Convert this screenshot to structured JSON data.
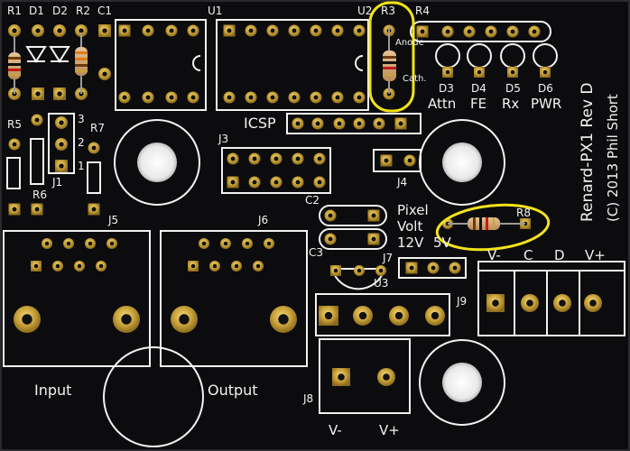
{
  "board": {
    "title": "Renard-PX1 Rev D",
    "copyright": "(C) 2013 Phil Short"
  },
  "labels": {
    "r1": "R1",
    "d1": "D1",
    "d2": "D2",
    "r2": "R2",
    "c1": "C1",
    "u1": "U1",
    "u2": "U2",
    "r3": "R3",
    "r4": "R4",
    "anode": "Anode",
    "cath": "Cath.",
    "d3": "D3",
    "d4": "D4",
    "d5": "D5",
    "d6": "D6",
    "attn": "Attn",
    "fe": "FE",
    "rx": "Rx",
    "pwr": "PWR",
    "r5": "R5",
    "r6": "R6",
    "r7": "R7",
    "j1": "J1",
    "pin3": "3",
    "pin2": "2",
    "pin1": "1",
    "icsp": "ICSP",
    "j3": "J3",
    "j4": "J4",
    "c2": "C2",
    "c3": "C3",
    "u3": "U3",
    "pixel": "Pixel",
    "volt": "Volt",
    "v12": "12V",
    "v5": "5V",
    "j7": "J7",
    "r8": "R8",
    "j5": "J5",
    "j6": "J6",
    "j9": "J9",
    "j8": "J8",
    "input": "Input",
    "output": "Output",
    "j2_vminus": "V-",
    "j2_c": "C",
    "j2_d": "D",
    "j2_vplus": "V+",
    "j8_vminus": "V-",
    "j8_vplus": "V+"
  },
  "colors": {
    "board": "#0c0c0e",
    "silkscreen": "#f2f2f2",
    "pad_gold": "#c9a23a",
    "highlight": "#f2e21b"
  }
}
